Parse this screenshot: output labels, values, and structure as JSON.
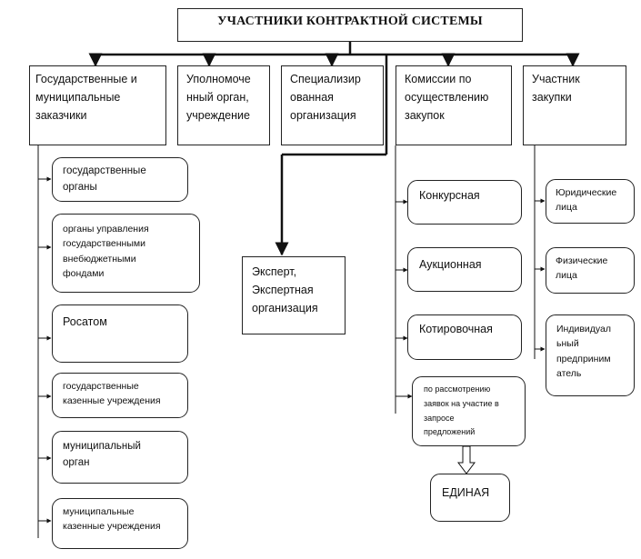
{
  "title": "УЧАСТНИКИ КОНТРАКТНОЙ СИСТЕМЫ",
  "categories": {
    "customers": "Государственные и\nмуниципальные\nзаказчики",
    "authorized_body": "Уполномоче\nнный орган,\nучреждение",
    "specialized_org": "Специализир\nованная\nорганизация",
    "commissions": "Комиссии по\nосуществлению\nзакупок",
    "participant": "Участник\nзакупки"
  },
  "customers_items": [
    "государственные\nорганы",
    "органы управления\nгосударственными\nвнебюджетными\nфондами",
    "Росатом",
    "государственные\nказенные учреждения",
    "муниципальный\nорган",
    "муниципальные\nказенные учреждения"
  ],
  "expert": "Эксперт,\nЭкспертная\nорганизация",
  "commission_items": [
    "Конкурсная",
    "Аукционная",
    "Котировочная",
    "по рассмотрению\nзаявок на участие в\nзапросе\nпредложений"
  ],
  "single_commission": "ЕДИНАЯ",
  "participant_items": [
    "Юридические\nлица",
    "Физические\nлица",
    "Индивидуал\nьный\nпредприним\nатель"
  ]
}
